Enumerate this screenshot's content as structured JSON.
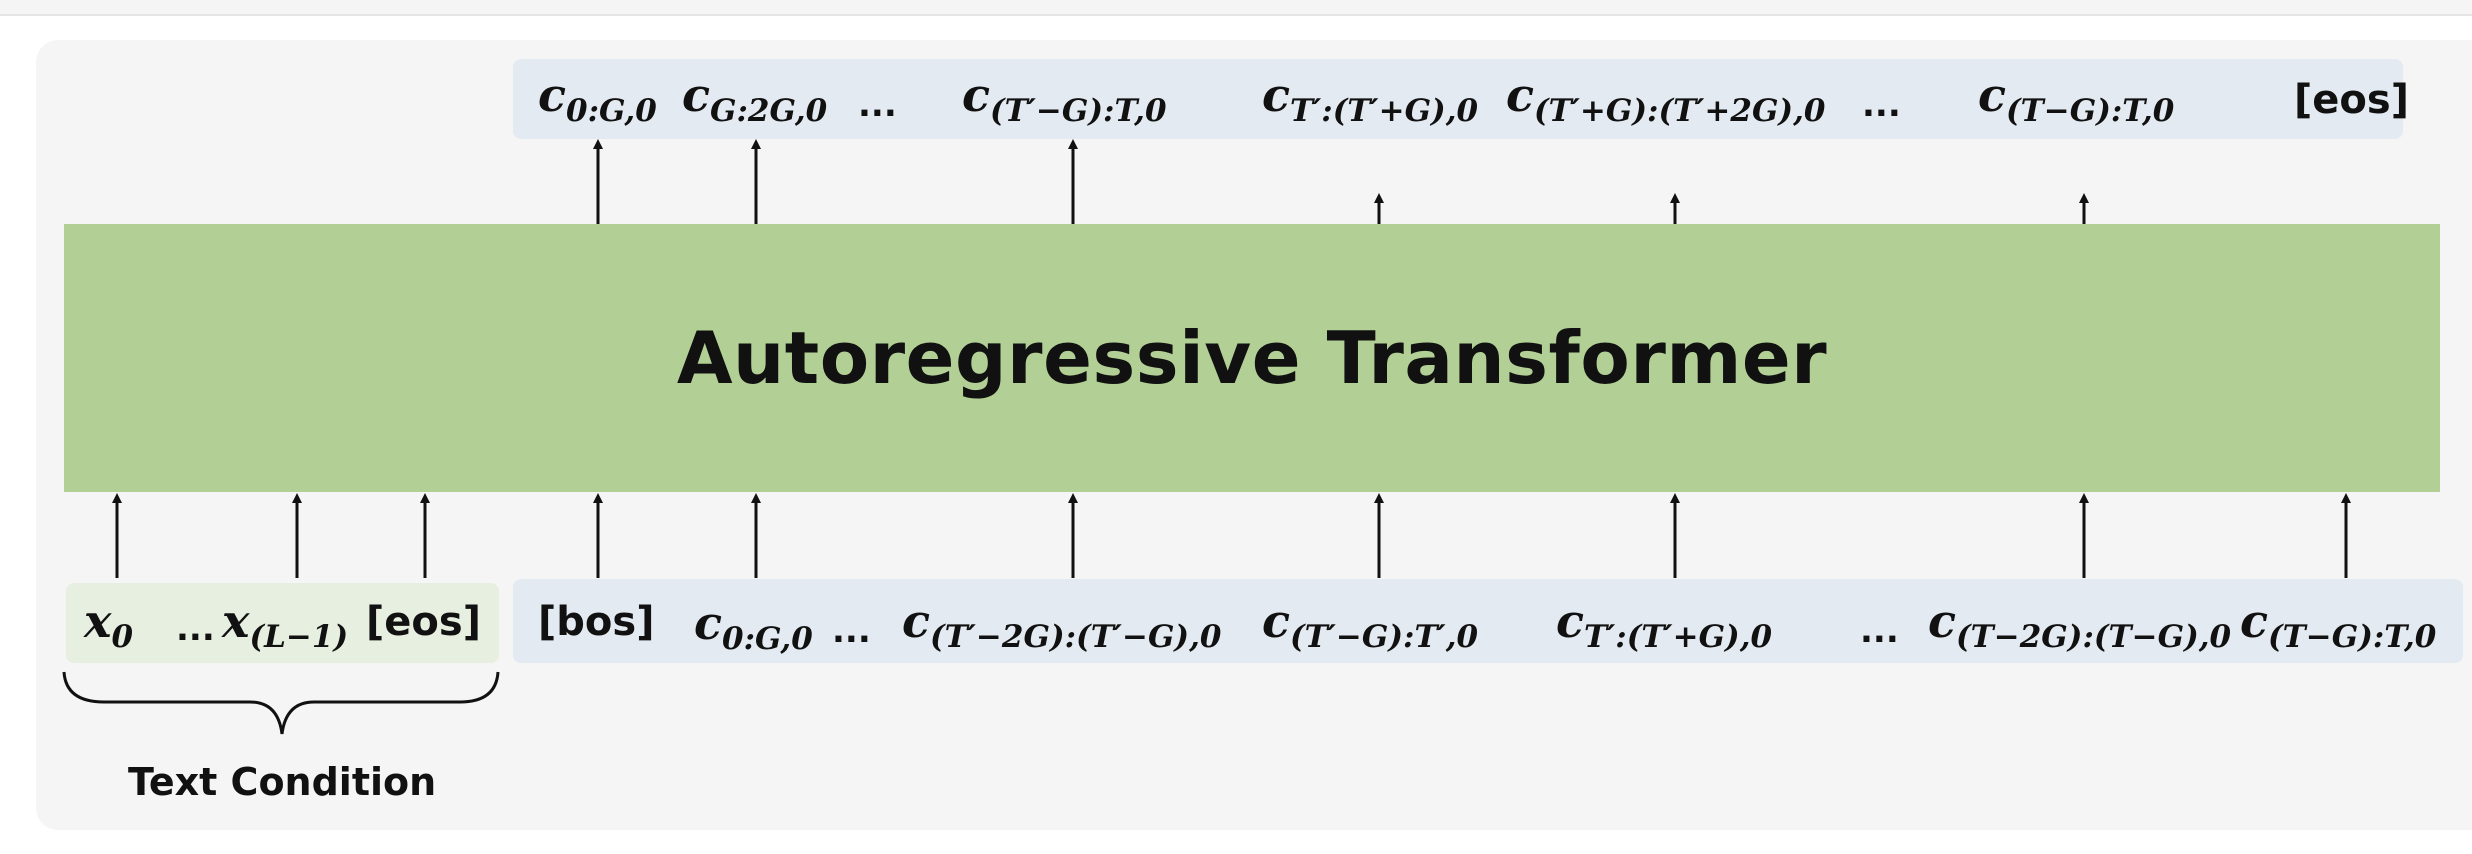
{
  "transformer": {
    "label": "Autoregressive Transformer"
  },
  "output_tokens": [
    {
      "main": "c",
      "sub": "0:G,0"
    },
    {
      "main": "c",
      "sub": "G:2G,0"
    },
    {
      "text": "..."
    },
    {
      "main": "c",
      "sub": "(T′−G):T,0"
    },
    {
      "main": "c",
      "sub": "T′:(T′+G),0"
    },
    {
      "main": "c",
      "sub": "(T′+G):(T′+2G),0"
    },
    {
      "text": "..."
    },
    {
      "main": "c",
      "sub": "(T−G):T,0"
    },
    {
      "text": "[eos]"
    }
  ],
  "text_tokens": [
    {
      "main": "x",
      "sub": "0"
    },
    {
      "text": "..."
    },
    {
      "main": "x",
      "sub": "(L−1)"
    },
    {
      "text": "[eos]"
    }
  ],
  "input_tokens": [
    {
      "text": "[bos]"
    },
    {
      "main": "c",
      "sub": "0:G,0"
    },
    {
      "text": "..."
    },
    {
      "main": "c",
      "sub": "(T′−2G):(T′−G),0"
    },
    {
      "main": "c",
      "sub": "(T′−G):T′,0"
    },
    {
      "main": "c",
      "sub": "T′:(T′+G),0"
    },
    {
      "text": "..."
    },
    {
      "main": "c",
      "sub": "(T−2G):(T−G),0"
    },
    {
      "main": "c",
      "sub": "(T−G):T,0"
    }
  ],
  "text_condition": {
    "label": "Text Condition"
  }
}
